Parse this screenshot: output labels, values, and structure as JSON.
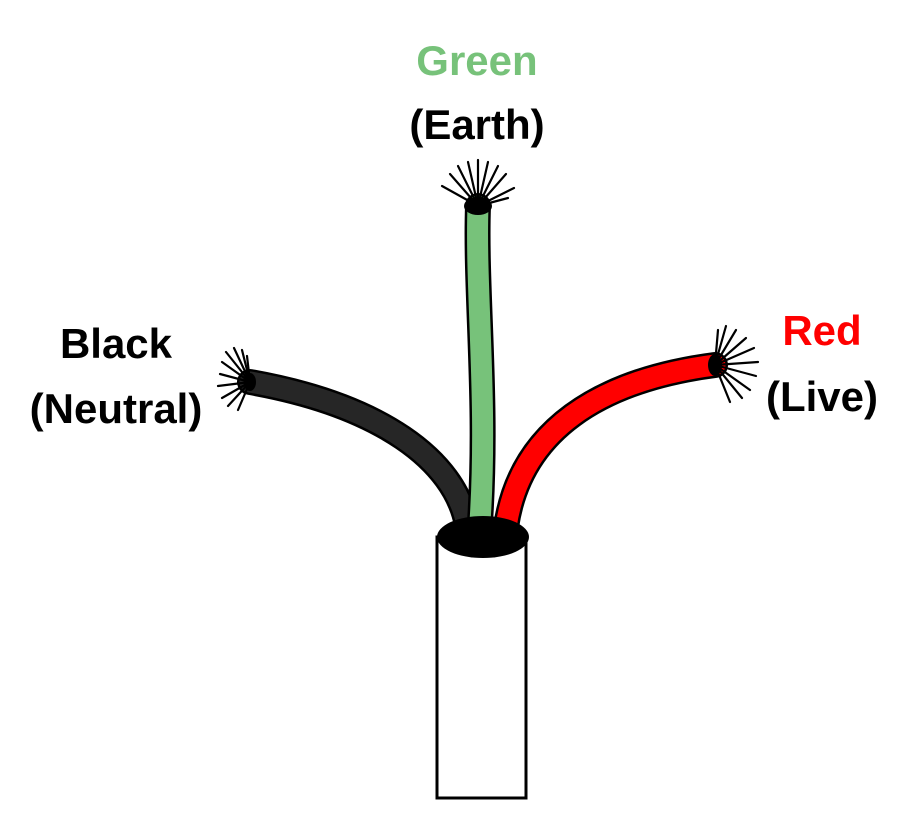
{
  "wires": [
    {
      "name": "Green",
      "role": "(Earth)",
      "color": "#77c27a"
    },
    {
      "name": "Black",
      "role": "(Neutral)",
      "color": "#262626"
    },
    {
      "name": "Red",
      "role": "(Live)",
      "color": "#ff0000"
    }
  ],
  "colors": {
    "label_text": "#000000",
    "outline": "#000000",
    "sheath_fill": "#ffffff"
  }
}
